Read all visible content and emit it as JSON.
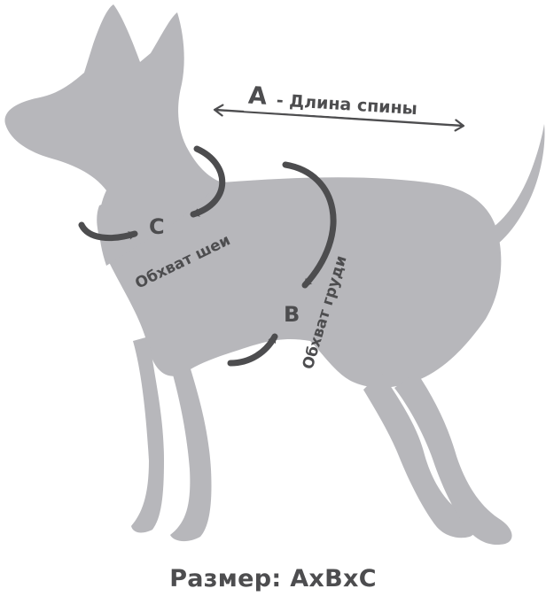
{
  "colors": {
    "silhouette": "#b7b7bb",
    "text": "#4d4d4f",
    "arrow": "#4d4d4f"
  },
  "measurements": {
    "back_length": {
      "letter": "A",
      "label": "- Длина спины"
    },
    "chest_girth": {
      "letter": "B",
      "label": "Обхват груди"
    },
    "neck_girth": {
      "letter": "C",
      "label": "Обхват шеи"
    }
  },
  "caption": "Размер: AxBxC"
}
